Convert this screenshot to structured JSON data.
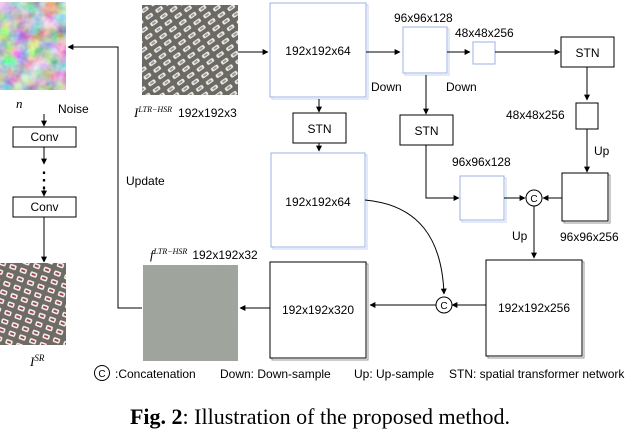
{
  "labels": {
    "noise_symbol": "n",
    "noise": "Noise",
    "conv1": "Conv",
    "dots": "⋮",
    "conv2": "Conv",
    "update": "Update",
    "output_symbol": "I",
    "output_sup": "SR",
    "input_symbol": "I",
    "input_sup": "LTR−HSR",
    "input_size": "192x192x3",
    "feature_symbol": "f",
    "feature_sup": "LTR−HSR",
    "feature_size": "192x192x32",
    "enc1": "192x192x64",
    "enc2": "96x96x128",
    "enc3": "48x48x256",
    "down1": "Down",
    "down2": "Down",
    "stn_top": "STN",
    "stn_right": "STN",
    "stn_left": "STN",
    "stn_mid": "STN",
    "stn_right_out": "48x48x256",
    "up1": "Up",
    "up2": "Up",
    "up_out1": "96x96x256",
    "stn_mid_out": "96x96x128",
    "stn_left_out": "192x192x64",
    "up_out2": "192x192x256",
    "concat_out": "192x192x320",
    "concat_symbol": "C"
  },
  "legend": {
    "concat": ":Concatenation",
    "down": "Down: Down-sample",
    "up": "Up: Up-sample",
    "stn": "STN: spatial transformer network"
  },
  "caption": {
    "label": "Fig. 2",
    "text": ": Illustration of the proposed method."
  },
  "colors": {
    "box_border": "#9bb0e6",
    "arrow": "#000000",
    "noise_image": "#8f9a6a",
    "feature_image": "#9fa59c",
    "parking_image": "#6e6a63"
  }
}
